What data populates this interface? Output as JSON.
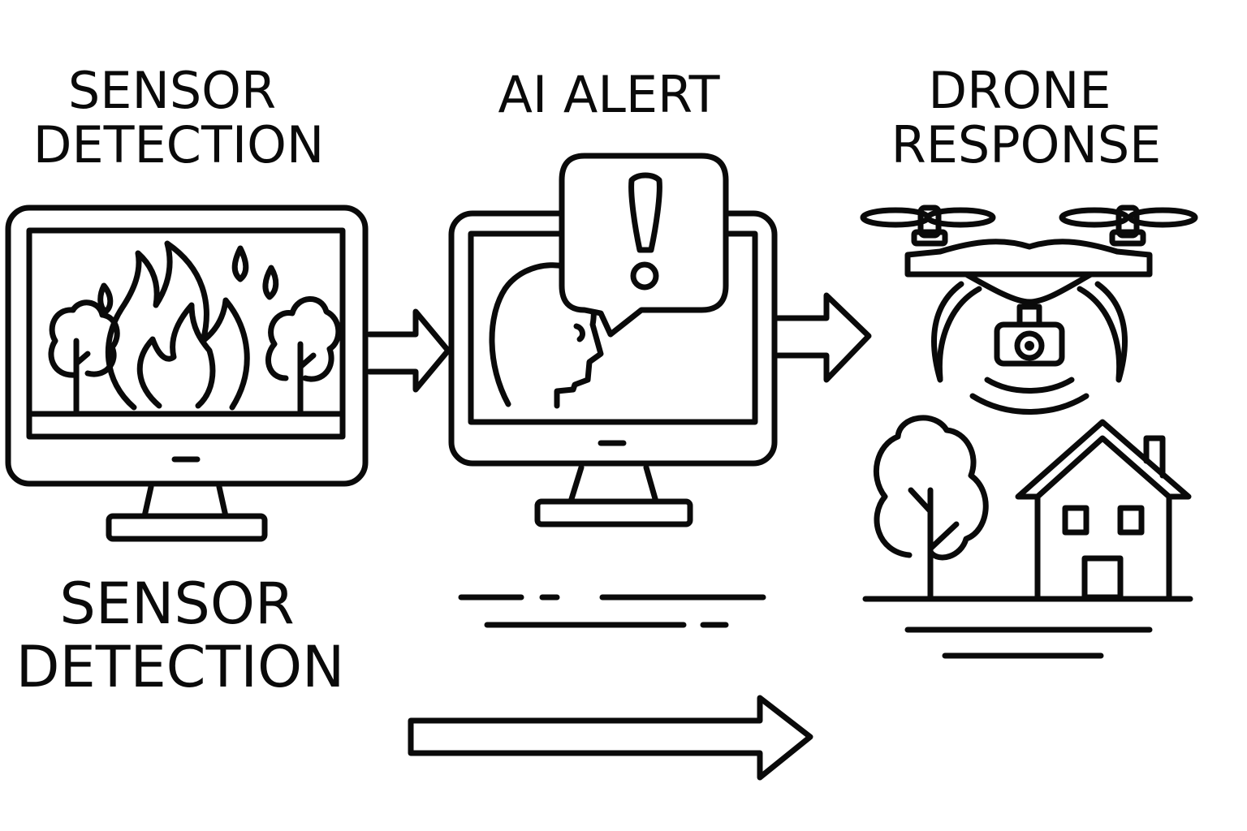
{
  "stages": [
    {
      "title_line1": "SENSOR",
      "title_line2": "DETECTION",
      "icon": "monitor-with-wildfire-icon"
    },
    {
      "title_line1": "AI ALERT",
      "icon": "monitor-with-alert-bubble-icon"
    },
    {
      "title_line1": "DRONE",
      "title_line2": "RESPONSE",
      "icon": "drone-over-house-icon"
    }
  ],
  "repeated_label": {
    "line1": "SENSOR",
    "line2": "DETECTION"
  },
  "colors": {
    "stroke": "#0a0a0a",
    "background": "#ffffff"
  },
  "icons": [
    "wildfire-icon",
    "tree-icon",
    "monitor-icon",
    "exclamation-icon",
    "speech-bubble-icon",
    "head-profile-icon",
    "drone-icon",
    "camera-icon",
    "signal-waves-icon",
    "house-icon",
    "arrow-right-icon"
  ]
}
